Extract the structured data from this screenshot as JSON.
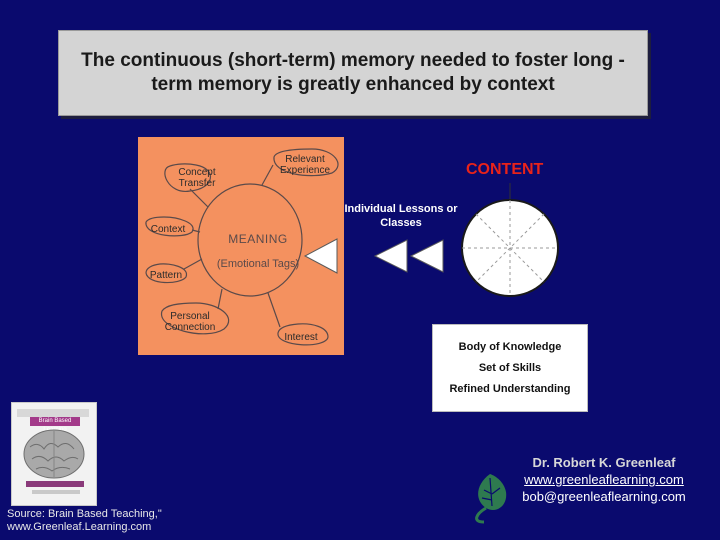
{
  "slide": {
    "title": "The continuous  (short-term) memory needed to foster long -term memory is greatly enhanced by context",
    "background_color": "#0a0a6e"
  },
  "diagram": {
    "center_main": "MEANING",
    "center_sub": "(Emotional Tags)",
    "nodes": {
      "concept_transfer": "Concept Transfer",
      "relevant_experience": "Relevant Experience",
      "context": "Context",
      "pattern": "Pattern",
      "personal_connection": "Personal Connection",
      "interest": "Interest"
    },
    "background_color": "#f4915f"
  },
  "content": {
    "label": "CONTENT",
    "lessons_label": "Individual Lessons or Classes",
    "label_color": "#e8231a"
  },
  "knowledge": {
    "lines": [
      "Body of Knowledge",
      "Set of Skills",
      "Refined Understanding"
    ]
  },
  "book": {
    "title": "Brain Based Learning"
  },
  "source": {
    "line1": "Source:  Brain Based Teaching,\"",
    "line2": "www.Greenleaf.Learning.com"
  },
  "author": {
    "name": "Dr. Robert K. Greenleaf",
    "website": "www.greenleaflearning.com",
    "email": "bob@greenleaflearning.com"
  },
  "icons": [
    "brain-icon",
    "leaf-logo-icon",
    "triangle-arrow-icon"
  ]
}
